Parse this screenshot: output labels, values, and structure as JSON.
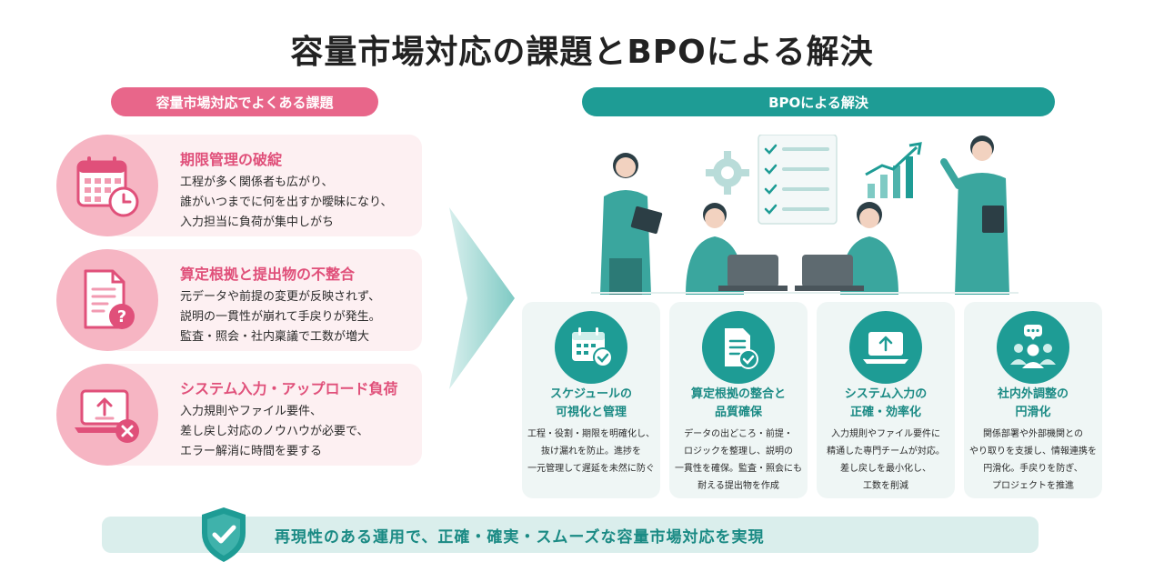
{
  "title": "容量市場対応の課題とBPOによる解決",
  "left_header": "容量市場対応でよくある課題",
  "right_header": "BPOによる解決",
  "problems": [
    {
      "title": "期限管理の破綻",
      "lines": [
        "工程が多く関係者も広がり、",
        "誰がいつまでに何を出すか曖昧になり、",
        "入力担当に負荷が集中しがち"
      ],
      "icon": "calendar-clock-icon"
    },
    {
      "title": "算定根拠と提出物の不整合",
      "lines": [
        "元データや前提の変更が反映されず、",
        "説明の一貫性が崩れて手戻りが発生。",
        "監査・照会・社内稟議で工数が増大"
      ],
      "icon": "document-question-icon"
    },
    {
      "title": "システム入力・アップロード負荷",
      "lines": [
        "入力規則やファイル要件、",
        "差し戻し対応のノウハウが必要で、",
        "エラー解消に時間を要する"
      ],
      "icon": "laptop-upload-error-icon"
    }
  ],
  "solutions": [
    {
      "title_lines": [
        "スケジュールの",
        "可視化と管理"
      ],
      "lines": [
        "工程・役割・期限を明確化し、",
        "抜け漏れを防止。進捗を",
        "一元管理して遅延を未然に防ぐ"
      ],
      "icon": "calendar-check-icon"
    },
    {
      "title_lines": [
        "算定根拠の整合と",
        "品質確保"
      ],
      "lines": [
        "データの出どころ・前提・",
        "ロジックを整理し、説明の",
        "一貫性を確保。監査・照会にも",
        "耐える提出物を作成"
      ],
      "icon": "document-check-icon"
    },
    {
      "title_lines": [
        "システム入力の",
        "正確・効率化"
      ],
      "lines": [
        "入力規則やファイル要件に",
        "精通した専門チームが対応。",
        "差し戻しを最小化し、",
        "工数を削減"
      ],
      "icon": "laptop-upload-icon"
    },
    {
      "title_lines": [
        "社内外調整の",
        "円滑化"
      ],
      "lines": [
        "関係部署や外部機関との",
        "やり取りを支援し、情報連携を",
        "円滑化。手戻りを防ぎ、",
        "プロジェクトを推進"
      ],
      "icon": "people-chat-icon"
    }
  ],
  "banner": "再現性のある運用で、正確・確実・スムーズな容量市場対応を実現",
  "colors": {
    "pink": "#e8668a",
    "pink_light": "#f6b5c3",
    "pink_bg": "#fdf0f2",
    "teal": "#1e9c95",
    "teal_bg": "#eff6f5",
    "teal_banner": "#daeeec"
  }
}
